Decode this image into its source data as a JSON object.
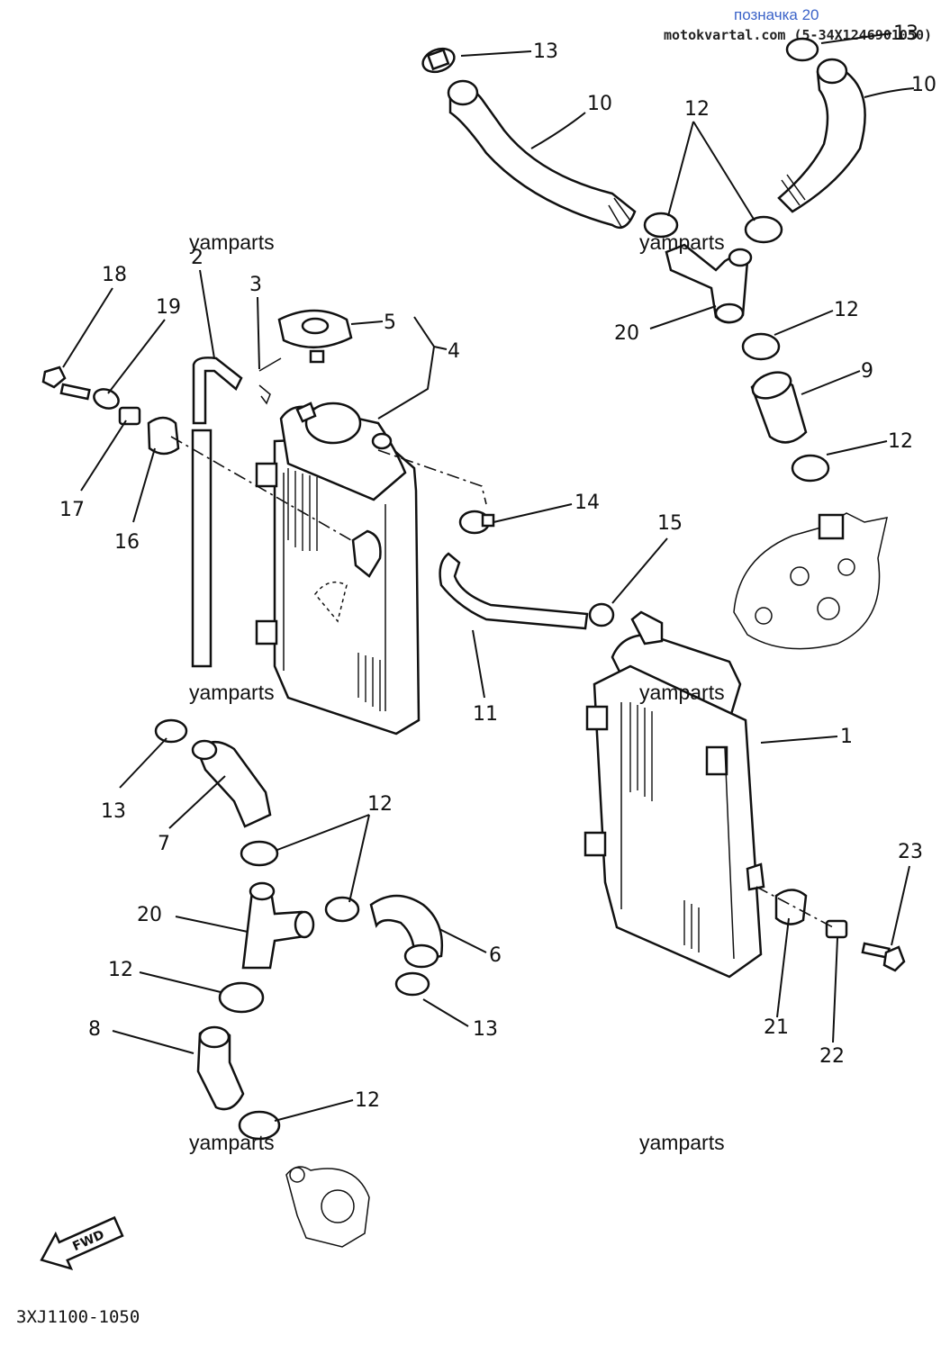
{
  "header": {
    "link_text": "позначка 20",
    "source_text": "motokvartal.com (5-34X1246901050)"
  },
  "diagram_code": "3XJ1100-1050",
  "fwd_label": "FWD",
  "watermark_text": "yamparts",
  "callouts": {
    "c13a": "13",
    "c10a": "10",
    "c12a": "12",
    "c10b": "10",
    "c13b": "13",
    "c20a": "20",
    "c12b": "12",
    "c9": "9",
    "c12c": "12",
    "c2": "2",
    "c3": "3",
    "c5": "5",
    "c4": "4",
    "c18": "18",
    "c19": "19",
    "c17": "17",
    "c16": "16",
    "c14": "14",
    "c15": "15",
    "c11": "11",
    "c1": "1",
    "c13c": "13",
    "c7": "7",
    "c12d": "12",
    "c20b": "20",
    "c6": "6",
    "c12e": "12",
    "c8": "8",
    "c13d": "13",
    "c12f": "12",
    "c23": "23",
    "c21": "21",
    "c22": "22"
  }
}
